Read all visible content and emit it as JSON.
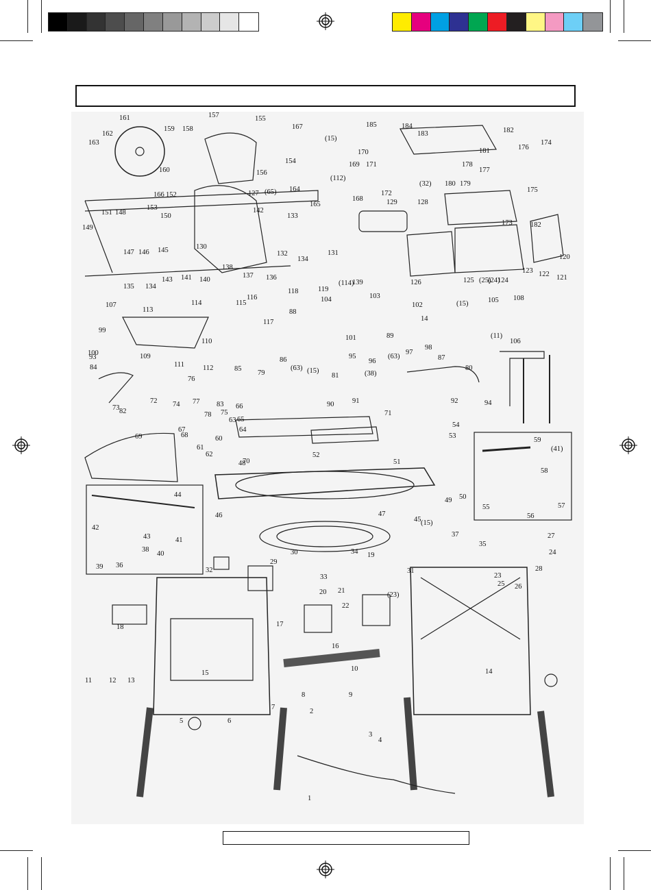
{
  "print_marks": {
    "grayscale_swatches": [
      "#000000",
      "#1a1a1a",
      "#333333",
      "#4d4d4d",
      "#666666",
      "#808080",
      "#999999",
      "#b3b3b3",
      "#cccccc",
      "#e6e6e6",
      "#ffffff"
    ],
    "color_swatches": [
      "#ffec00",
      "#e6007e",
      "#00a0e3",
      "#2e3192",
      "#00a651",
      "#ed1c24",
      "#231f20",
      "#fff685",
      "#f49ac2",
      "#6dcff6",
      "#939598"
    ]
  },
  "diagram": {
    "part_numbers": [
      "161",
      "162",
      "163",
      "159",
      "158",
      "160",
      "157",
      "155",
      "156",
      "154",
      "167",
      "(15)",
      "185",
      "184",
      "183",
      "182",
      "181",
      "178",
      "176",
      "174",
      "177",
      "175",
      "170",
      "171",
      "169",
      "172",
      "(112)",
      "168",
      "(32)",
      "180",
      "179",
      "129",
      "128",
      "173",
      "182",
      "120",
      "121",
      "122",
      "123",
      "124",
      "(24)",
      "(25)",
      "125",
      "126",
      "127",
      "(65)",
      "164",
      "165",
      "166",
      "152",
      "153",
      "150",
      "151",
      "148",
      "149",
      "147",
      "146",
      "145",
      "142",
      "133",
      "132",
      "134",
      "131",
      "130",
      "138",
      "137",
      "136",
      "135",
      "134",
      "143",
      "141",
      "140",
      "139",
      "119",
      "118",
      "(114)",
      "103",
      "104",
      "102",
      "14",
      "(15)",
      "105",
      "108",
      "(11)",
      "106",
      "107",
      "113",
      "114",
      "115",
      "116",
      "117",
      "88",
      "89",
      "101",
      "(63)",
      "95",
      "96",
      "97",
      "98",
      "99",
      "100",
      "109",
      "110",
      "111",
      "112",
      "85",
      "86",
      "87",
      "80",
      "92",
      "94",
      "93",
      "84",
      "73",
      "72",
      "74",
      "76",
      "77",
      "78",
      "79",
      "(63)",
      "(15)",
      "81",
      "(38)",
      "90",
      "91",
      "71",
      "82",
      "83",
      "75",
      "66",
      "65",
      "67",
      "68",
      "61",
      "62",
      "63",
      "64",
      "60",
      "69",
      "70",
      "52",
      "54",
      "53",
      "59",
      "(41)",
      "58",
      "57",
      "55",
      "56",
      "51",
      "50",
      "49",
      "48",
      "46",
      "47",
      "(15)",
      "45",
      "44",
      "42",
      "43",
      "41",
      "40",
      "38",
      "39",
      "36",
      "37",
      "35",
      "31",
      "30",
      "29",
      "32",
      "33",
      "34",
      "19",
      "20",
      "21",
      "22",
      "(23)",
      "27",
      "24",
      "23",
      "25",
      "26",
      "28",
      "18",
      "17",
      "16",
      "10",
      "14",
      "15",
      "11",
      "12",
      "13",
      "7",
      "8",
      "9",
      "4",
      "5",
      "6",
      "2",
      "3",
      "1"
    ]
  }
}
